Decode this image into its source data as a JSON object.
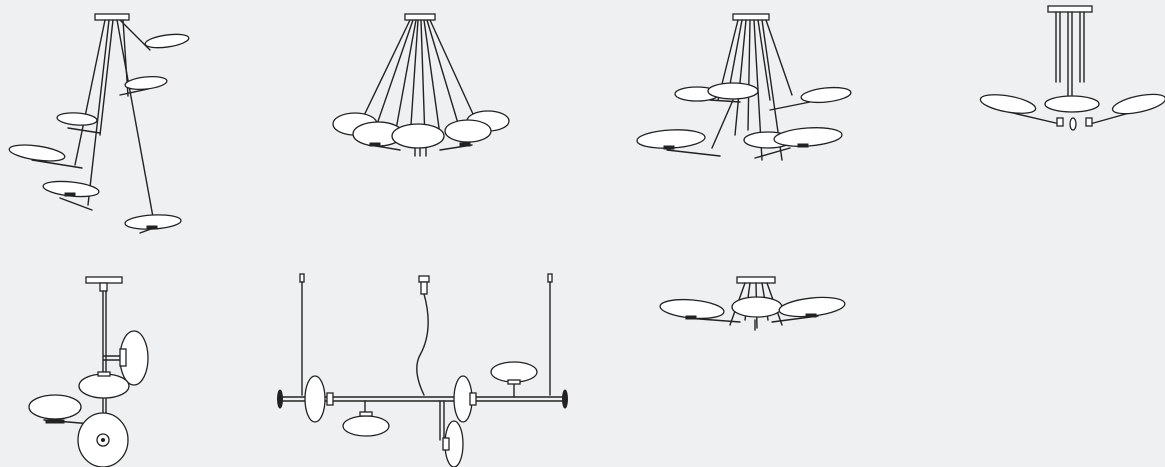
{
  "fixtures": [
    {
      "key": "cascade",
      "type": "cascading multi-arm pendant"
    },
    {
      "key": "cluster",
      "type": "clustered disc chandelier"
    },
    {
      "key": "spread",
      "type": "spread multi-arm chandelier"
    },
    {
      "key": "triple-flush",
      "type": "three-arm semi-flush ceiling light"
    },
    {
      "key": "vertical",
      "type": "vertical pendant with discs"
    },
    {
      "key": "linear",
      "type": "linear suspended pendant"
    },
    {
      "key": "small-flush",
      "type": "compact three-arm ceiling light"
    }
  ],
  "colors": {
    "background": "#eff0f2",
    "line": "#222222",
    "disc": "#ffffff"
  }
}
